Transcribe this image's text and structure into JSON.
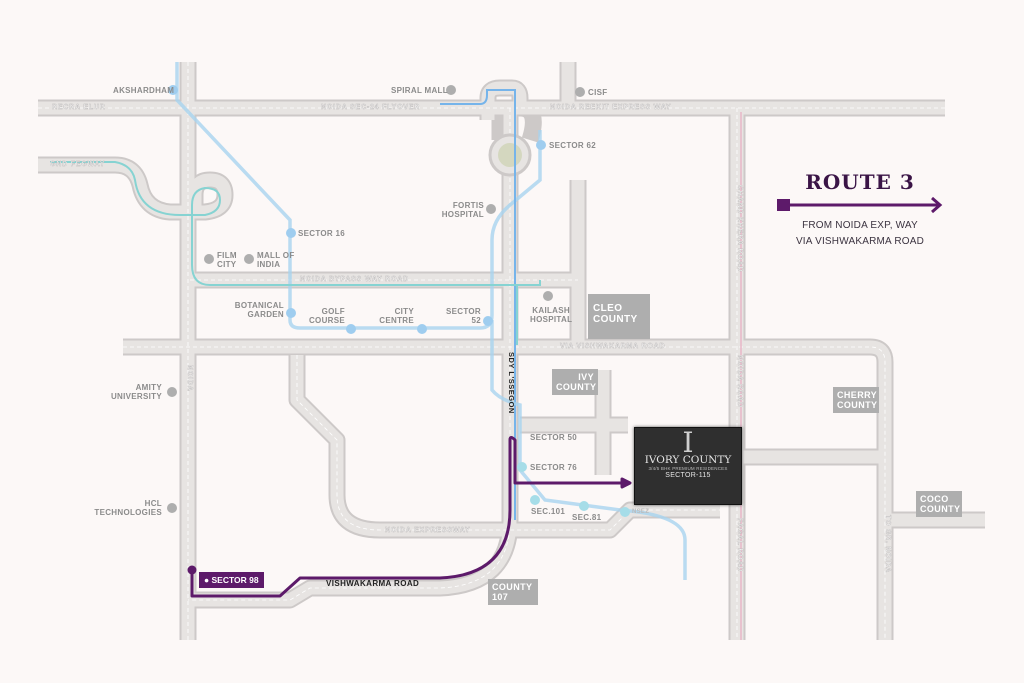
{
  "route": {
    "title": "ROUTE 3",
    "subtitle_line1": "FROM NOIDA EXP, WAY",
    "subtitle_line2": "VIA VISHWAKARMA ROAD"
  },
  "colors": {
    "route": "#5d1a6a",
    "metro_blue": "#9fcdef",
    "metro_teal": "#84d2d0",
    "road": "#e6e3e1",
    "landmark": "#aeaeae"
  },
  "roads": {
    "top_left": "RECRA ELUR",
    "top_middle": "NOIDA SEC-24 FLYOVER",
    "top_right": "NOIDA REEKIT EXPRESS WAY",
    "left_curve": "GND FEGWAY",
    "bypass": "NOIDA BYPASS WAY ROAD",
    "via_vishwakarma": "VIA VISHWAKARMA ROAD",
    "expressway": "NOIDA EXPRESSWAY",
    "left_vertical": "NOIDA",
    "main_vertical": "SDY L'SSEGON",
    "right_vertical_upper": "CHAND KHERA ROAD",
    "right_vertical_mid": "NOIDA ROAD",
    "right_vertical_lower": "FAGAL ROAD",
    "far_right": "TO GR. NOIDA",
    "vishwakarma_road": "VISHWAKARMA ROAD"
  },
  "landmarks": {
    "akshardham": "AKSHARDHAM",
    "spiral_mall": "SPIRAL MALL",
    "cisf": "CISF",
    "fortis": [
      "FORTIS",
      "HOSPITAL"
    ],
    "film_city": [
      "FILM",
      "CITY"
    ],
    "mall_of_india": [
      "MALL OF",
      "INDIA"
    ],
    "kailash": [
      "KAILASH",
      "HOSPITAL"
    ],
    "amity": [
      "AMITY",
      "UNIVERSITY"
    ],
    "hcl": [
      "HCL",
      "TECHNOLOGIES"
    ]
  },
  "stations": {
    "sector62": "SECTOR 62",
    "sector16": "SECTOR 16",
    "botanical": [
      "BOTANICAL",
      "GARDEN"
    ],
    "golf": [
      "GOLF",
      "COURSE"
    ],
    "city_centre": [
      "CITY",
      "CENTRE"
    ],
    "sector52": [
      "SECTOR",
      "52"
    ],
    "sector50": "SECTOR 50",
    "sector76": "SECTOR 76",
    "sec101": "SEC.101",
    "sec81": "SEC.81",
    "nsez": "NSEZ"
  },
  "projects": {
    "cleo": [
      "CLEO",
      "COUNTY"
    ],
    "ivy": [
      "IVY",
      "COUNTY"
    ],
    "cherry": [
      "CHERRY",
      "COUNTY"
    ],
    "coco": [
      "COCO",
      "COUNTY"
    ],
    "county107": [
      "COUNTY",
      "107"
    ]
  },
  "ivory": {
    "logo_letter": "I",
    "name": "IVORY COUNTY",
    "tagline": "3/4/5 BHK PREMIUM RESIDENCES",
    "sector": "SECTOR-115"
  },
  "start": {
    "label": "SECTOR 98"
  }
}
